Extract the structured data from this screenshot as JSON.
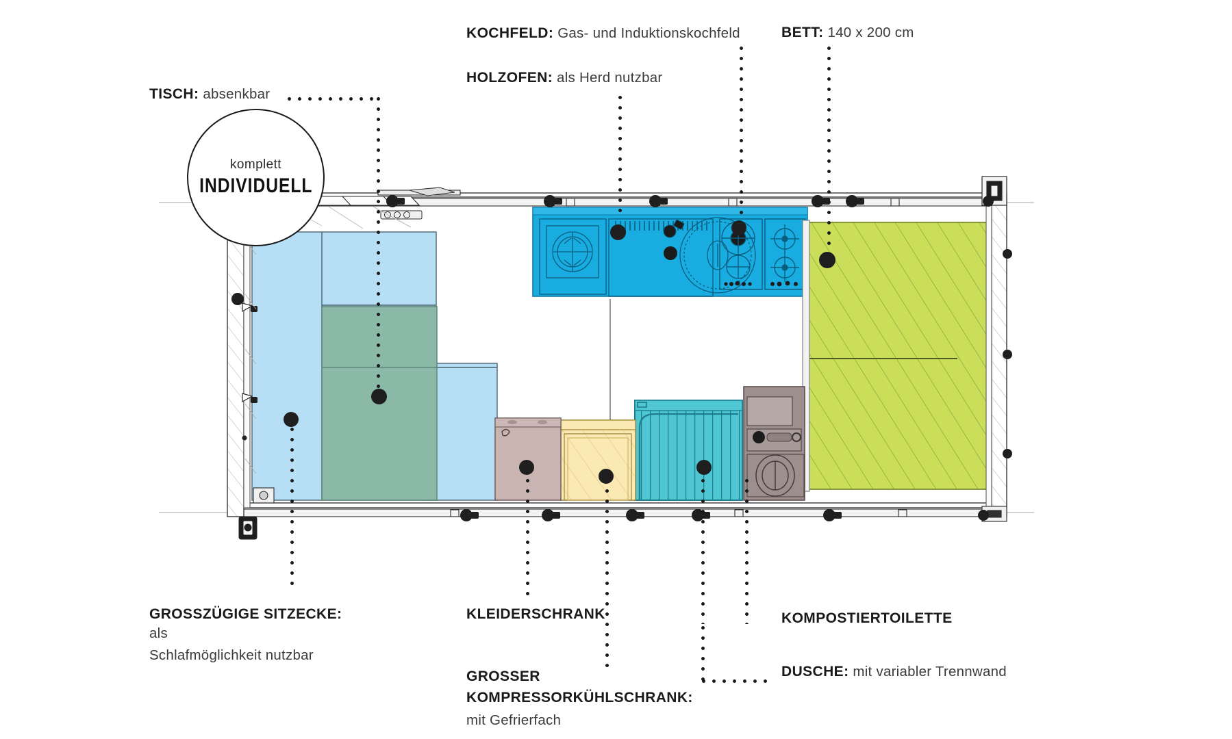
{
  "badge": {
    "line1": "komplett",
    "line2": "INDIVIDUELL"
  },
  "callouts": [
    {
      "id": "tisch",
      "bold": "TISCH:",
      "rest": " absenkbar"
    },
    {
      "id": "kochfeld",
      "bold": "KOCHFELD:",
      "rest": " Gas- und Induktionskochfeld"
    },
    {
      "id": "holzofen",
      "bold": "HOLZOFEN:",
      "rest": " als Herd nutzbar"
    },
    {
      "id": "bett",
      "bold": "BETT:",
      "rest": " 140 x 200 cm"
    },
    {
      "id": "sitzecke",
      "bold": "GROSSZÜGIGE SITZECKE:",
      "rest": " als"
    },
    {
      "id": "sitzecke2",
      "bold": "",
      "rest": "Schlafmöglichkeit nutzbar"
    },
    {
      "id": "kleiderschrank",
      "bold": "KLEIDERSCHRANK",
      "rest": ""
    },
    {
      "id": "kuehl1",
      "bold": "GROSSER",
      "rest": ""
    },
    {
      "id": "kuehl2",
      "bold": "KOMPRESSORKÜHLSCHRANK:",
      "rest": ""
    },
    {
      "id": "kuehl3",
      "bold": "",
      "rest": "mit Gefrierfach"
    },
    {
      "id": "toilette",
      "bold": "KOMPOSTIERTOILETTE",
      "rest": ""
    },
    {
      "id": "dusche",
      "bold": "DUSCHE:",
      "rest": " mit variabler Trennwand"
    }
  ],
  "labels": {
    "tisch_bold": "TISCH:",
    "tisch_rest": " absenkbar",
    "kochfeld_bold": "KOCHFELD:",
    "kochfeld_rest": " Gas- und Induktionskochfeld",
    "holzofen_bold": "HOLZOFEN:",
    "holzofen_rest": " als Herd nutzbar",
    "bett_bold": "BETT:",
    "bett_rest": " 140 x 200 cm",
    "sitzecke_bold": "GROSSZÜGIGE SITZECKE:",
    "sitzecke_rest": " als",
    "sitzecke_line2": "Schlafmöglichkeit nutzbar",
    "kleiderschrank_bold": "KLEIDERSCHRANK",
    "kuehl_line1": "GROSSER",
    "kuehl_line2": "KOMPRESSORKÜHLSCHRANK:",
    "kuehl_line3": "mit Gefrierfach",
    "toilette_bold": "KOMPOSTIERTOILETTE",
    "dusche_bold": "DUSCHE:",
    "dusche_rest": " mit variabler Trennwand"
  },
  "colors": {
    "seating_blue": "#b6dff5",
    "table_green": "#8ab9a7",
    "kitchen_cyan": "#19ace0",
    "bed_lime": "#cade5a",
    "shower_teal": "#4ec6d4",
    "fridge_cream": "#fbe9b4",
    "wardrobe_mauve": "#c9b4b2",
    "toilet_grey": "#9c8f8d",
    "line_dark": "#1a1a1a",
    "background": "#ffffff"
  },
  "plan": {
    "zones": [
      {
        "name": "sitzecke",
        "label": "GROSSZÜGIGE SITZECKE",
        "color": "#b6dff5"
      },
      {
        "name": "tisch",
        "label": "TISCH",
        "color": "#8ab9a7"
      },
      {
        "name": "kueche",
        "label": "KOCHFELD / HOLZOFEN",
        "color": "#19ace0"
      },
      {
        "name": "bett",
        "label": "BETT",
        "color": "#cade5a"
      },
      {
        "name": "dusche",
        "label": "DUSCHE",
        "color": "#4ec6d4"
      },
      {
        "name": "kuehlschrank",
        "label": "KOMPRESSORKÜHLSCHRANK",
        "color": "#fbe9b4"
      },
      {
        "name": "kleiderschrank",
        "label": "KLEIDERSCHRANK",
        "color": "#c9b4b2"
      },
      {
        "name": "kompostiertoilette",
        "label": "KOMPOSTIERTOILETTE",
        "color": "#9c8f8d"
      }
    ]
  }
}
